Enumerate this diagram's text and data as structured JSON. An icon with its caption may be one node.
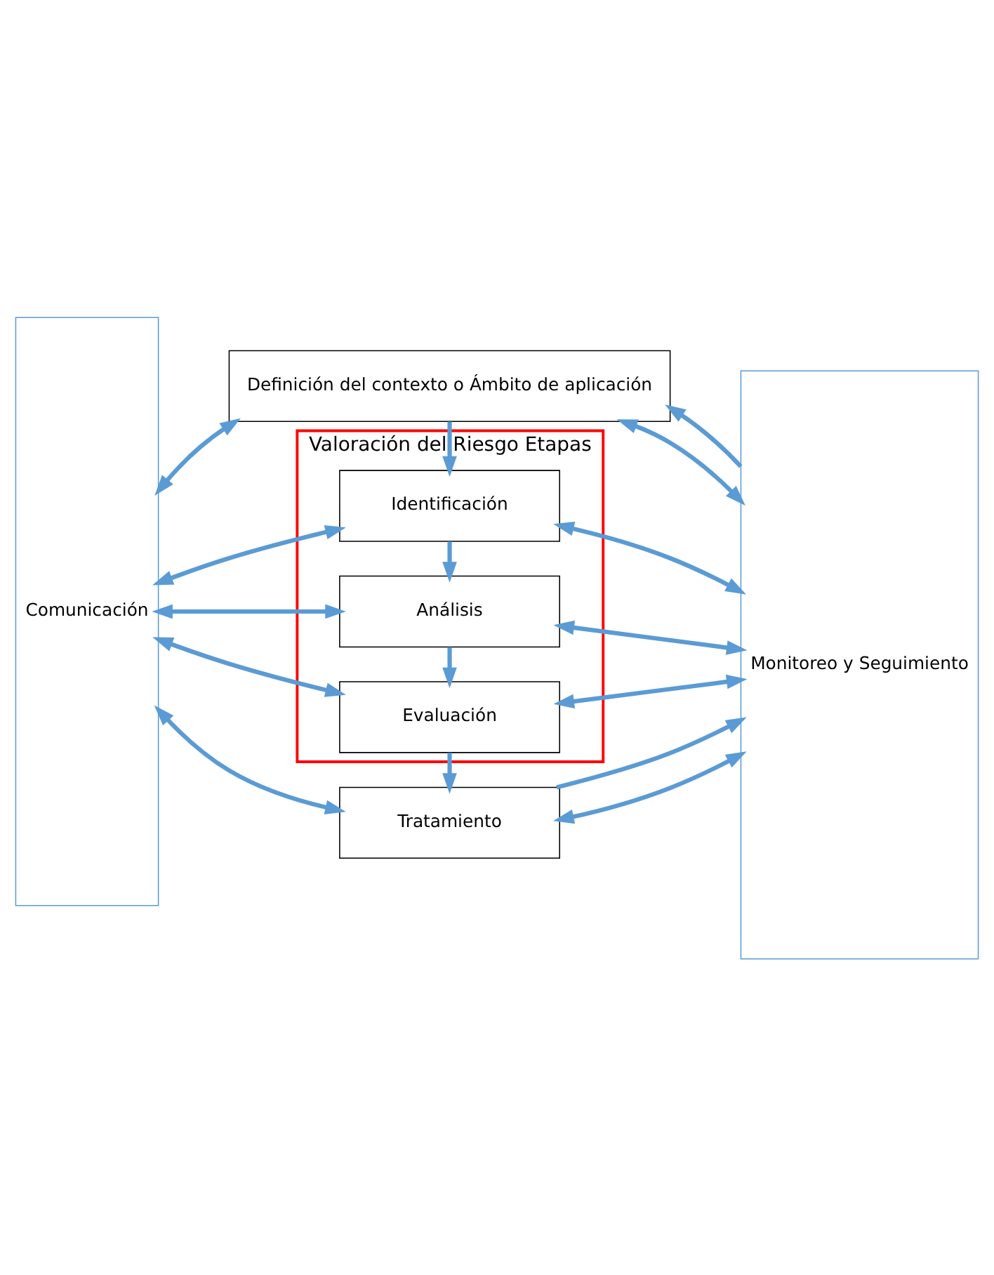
{
  "diagram": {
    "nodes": [
      {
        "text": [
          "Comunicación"
        ]
      },
      {
        "text": [
          "Definición del contexto o Ámbito de aplicación"
        ]
      },
      {
        "text": [
          "Valoración del Riesgo Etapas"
        ]
      },
      {
        "text": [
          "Identificación"
        ],
        "in": 2
      },
      {
        "text": [
          "Análisis"
        ],
        "in": 2
      },
      {
        "text": [
          "Evaluación"
        ],
        "in": 2
      },
      {
        "text": [
          "Tratamiento"
        ]
      },
      {
        "text": [
          "Monitoreo y Seguimiento"
        ]
      }
    ],
    "edges": [
      {
        "from": 0,
        "to": 1,
        "arrow": "both"
      },
      {
        "from": 0,
        "to": 3,
        "arrow": "both"
      },
      {
        "from": 0,
        "to": 4,
        "arrow": "both"
      },
      {
        "from": 0,
        "to": 5,
        "arrow": "both"
      },
      {
        "from": 0,
        "to": 6,
        "arrow": "both"
      },
      {
        "from": 1,
        "to": 7,
        "arrow": "both"
      },
      {
        "from": 3,
        "to": 7,
        "arrow": "both"
      },
      {
        "from": 4,
        "to": 7,
        "arrow": "both"
      },
      {
        "from": 5,
        "to": 7,
        "arrow": "both"
      },
      {
        "from": 6,
        "to": 7,
        "arrow": "both"
      },
      {
        "from": 1,
        "to": 3,
        "arrow": "to"
      },
      {
        "from": 3,
        "to": 4,
        "arrow": "to"
      },
      {
        "from": 4,
        "to": 5,
        "arrow": "to"
      },
      {
        "from": 5,
        "to": 6,
        "arrow": "to"
      },
      {
        "from": 7,
        "to": 1,
        "arrow": "to"
      },
      {
        "from": 6,
        "to": 7,
        "arrow": "to"
      }
    ]
  }
}
